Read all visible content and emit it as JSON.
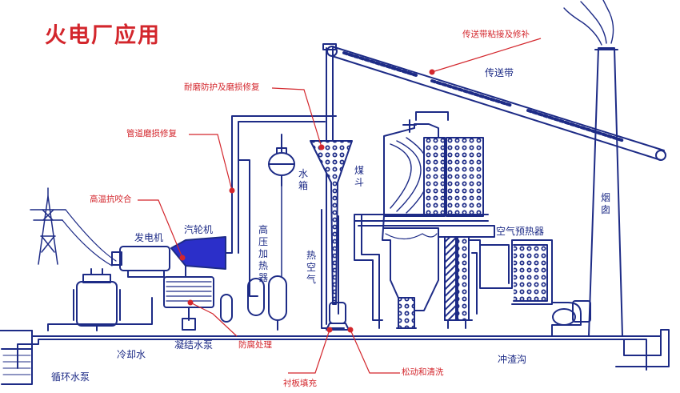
{
  "title": "火电厂应用",
  "labels": {
    "belt_repair": "传送带粘接及修补",
    "belt": "传送带",
    "wear_repair": "耐磨防护及磨损修复",
    "pipe_repair": "管道磨损修复",
    "high_temp": "高温抗咬合",
    "generator": "发电机",
    "turbine": "汽轮机",
    "water_tank": "水箱",
    "coal_hopper": "煤斗",
    "hp_heater": "高压加热器",
    "hot_air": "热空气",
    "air_preheater": "空气预热器",
    "chimney": "烟囱",
    "cooling_water": "冷却水",
    "condensate_pump": "凝结水泵",
    "circulating_pump": "循环水泵",
    "anticorrosion": "防腐处理",
    "lining": "衬板填充",
    "loosen_clean": "松动和清洗",
    "slag_ditch": "冲渣沟"
  },
  "colors": {
    "line": "#1d2b86",
    "accent": "#2b2fc9",
    "red": "#d3262c",
    "fill": "#ffffff"
  }
}
